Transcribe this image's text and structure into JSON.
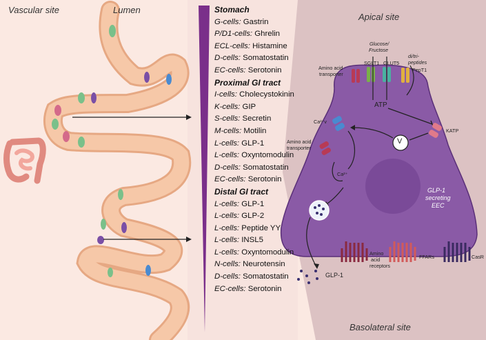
{
  "sites": {
    "vascular": "Vascular site",
    "lumen": "Lumen",
    "apical": "Apical site",
    "basolateral": "Basolateral site"
  },
  "sections": [
    {
      "title": "Stomach",
      "rows": [
        {
          "cell": "G-cells:",
          "hormone": "Gastrin"
        },
        {
          "cell": "P/D1-cells:",
          "hormone": "Ghrelin"
        },
        {
          "cell": "ECL-cells:",
          "hormone": "Histamine"
        },
        {
          "cell": "D-cells:",
          "hormone": "Somatostatin"
        },
        {
          "cell": "EC-cells:",
          "hormone": "Serotonin"
        }
      ]
    },
    {
      "title": "Proximal GI tract",
      "rows": [
        {
          "cell": "I-cells:",
          "hormone": "Cholecystokinin"
        },
        {
          "cell": "K-cells:",
          "hormone": "GIP"
        },
        {
          "cell": "S-cells:",
          "hormone": "Secretin"
        },
        {
          "cell": "M-cells:",
          "hormone": "Motilin"
        },
        {
          "cell": "L-cells:",
          "hormone": "GLP-1"
        },
        {
          "cell": "L-cells:",
          "hormone": "Oxyntomodulin"
        },
        {
          "cell": "D-cells:",
          "hormone": "Somatostatin"
        },
        {
          "cell": "EC-cells:",
          "hormone": "Serotonin"
        }
      ]
    },
    {
      "title": "Distal GI tract",
      "rows": [
        {
          "cell": "L-cells:",
          "hormone": "GLP-1"
        },
        {
          "cell": "L-cells:",
          "hormone": "GLP-2"
        },
        {
          "cell": "L-cells:",
          "hormone": "Peptide YY"
        },
        {
          "cell": "L-cells:",
          "hormone": "INSL5"
        },
        {
          "cell": "L-cells:",
          "hormone": "Oxyntomodulin"
        },
        {
          "cell": "N-cells:",
          "hormone": "Neurotensin"
        },
        {
          "cell": "D-cells:",
          "hormone": "Somatostatin"
        },
        {
          "cell": "EC-cells:",
          "hormone": "Serotonin"
        }
      ]
    }
  ],
  "cell_labels": {
    "amino_transporter_top_1": "Amino acid",
    "amino_transporter_top_2": "transporter",
    "sglt1": "SGLT1",
    "glucose_1": "Glucose/",
    "glucose_2": "Fructose",
    "glut5": "GLUT5",
    "peptides_1": "di/tri-",
    "peptides_2": "peptides",
    "pept1": "PepT1",
    "atp": "ATP",
    "katp": "KATP",
    "ca_channel": "Ca²⁺v",
    "amino_transporter_side_1": "Amino acid",
    "amino_transporter_side_2": "transporter",
    "voltage": "V",
    "ca": "Ca²⁺",
    "eec_1": "GLP-1",
    "eec_2": "secreting",
    "eec_3": "EEC",
    "glp1": "GLP-1",
    "amino_receptors_1": "Amino",
    "amino_receptors_2": "acid",
    "amino_receptors_3": "receptors",
    "ffars": "FFARs",
    "casr": "CasR"
  },
  "colors": {
    "cell_body": "#8a5aa6",
    "cell_edge": "#5a2f78",
    "nucleus": "#7a4a98",
    "right_bg": "#dcc2c3",
    "middle_bg": "#f7e3de",
    "left_bg": "#fbe9e2",
    "villus": "#f6c8a8",
    "divider": "#7a2f8a"
  }
}
